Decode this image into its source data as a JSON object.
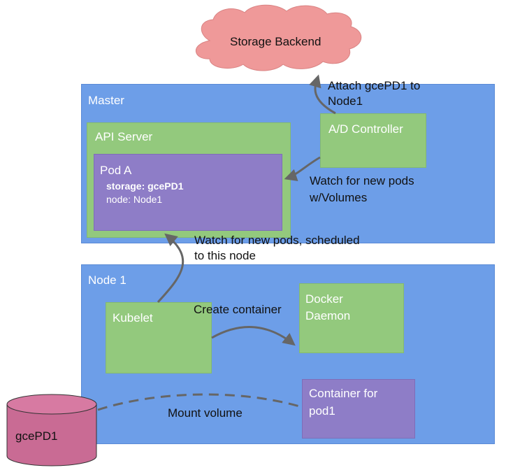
{
  "cloud": {
    "label": "Storage Backend"
  },
  "master": {
    "label": "Master",
    "api_server": {
      "label": "API Server",
      "pod": {
        "label": "Pod A",
        "storage_line": "storage: gcePD1",
        "node_line": "node: Node1"
      }
    },
    "ad_controller": {
      "label": "A/D Controller"
    }
  },
  "node": {
    "label": "Node 1",
    "kubelet": {
      "label": "Kubelet"
    },
    "docker": {
      "line1": "Docker",
      "line2": "Daemon"
    },
    "container": {
      "line1": "Container for",
      "line2": "pod1"
    }
  },
  "disk": {
    "label": "gcePD1"
  },
  "annotations": {
    "attach_line1": "Attach gcePD1 to",
    "attach_line2": "Node1",
    "watch_volumes_line1": "Watch for new pods",
    "watch_volumes_line2": "w/Volumes",
    "watch_scheduled_line1": "Watch for new pods, scheduled",
    "watch_scheduled_line2": "to this node",
    "create_container": "Create container",
    "mount_volume": "Mount volume"
  },
  "colors": {
    "blue_box": "#6d9ee8",
    "green_box": "#93c97d",
    "purple_box": "#8e7dc7",
    "cloud": "#ef9999",
    "disk": "#c96b94",
    "arrow": "#666666"
  }
}
